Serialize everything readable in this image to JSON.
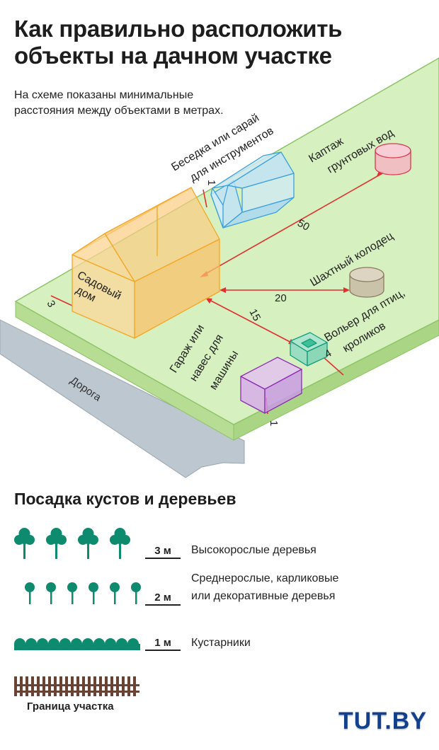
{
  "title": "Как правильно расположить объекты на дачном участке",
  "subtitle": "На схеме показаны минимальные расстояния между объектами в метрах.",
  "diagram": {
    "road": "Дорога",
    "house_line1": "Садовый",
    "house_line2": "дом",
    "gazebo_line1": "Беседка или сарай",
    "gazebo_line2": "для инструментов",
    "spring_line1": "Каптаж",
    "spring_line2": "грунтовых вод",
    "well": "Шахтный колодец",
    "aviary_line1": "Вольер для птиц,",
    "aviary_line2": "кроликов",
    "garage_line1": "Гараж или",
    "garage_line2": "навес для",
    "garage_line3": "машины",
    "d_house_border": "3",
    "d_gazebo_border": "1",
    "d_house_spring": "50",
    "d_house_well": "20",
    "d_house_aviary": "15",
    "d_aviary_border": "4",
    "d_garage_border": "1"
  },
  "planting": {
    "title": "Посадка кустов и деревьев",
    "tall_distance": "3 м",
    "tall_label": "Высокорослые деревья",
    "medium_distance": "2 м",
    "medium_label_line1": "Среднерослые, карликовые",
    "medium_label_line2": "или декоративные деревья",
    "shrub_distance": "1 м",
    "shrub_label": "Кустарники",
    "border_label": "Граница участка"
  },
  "logo": "TUT.BY",
  "colors": {
    "plot_green": "#d6f0c0",
    "house_orange": "#f5a623",
    "gazebo_blue": "#3aa0dd",
    "spring_red": "#d9384f",
    "well_brown": "#8a7a60",
    "aviary_teal": "#0f9c7a",
    "garage_purple": "#8e2db2",
    "arrow_red": "#e03030",
    "tree_teal": "#0e8a6e"
  }
}
